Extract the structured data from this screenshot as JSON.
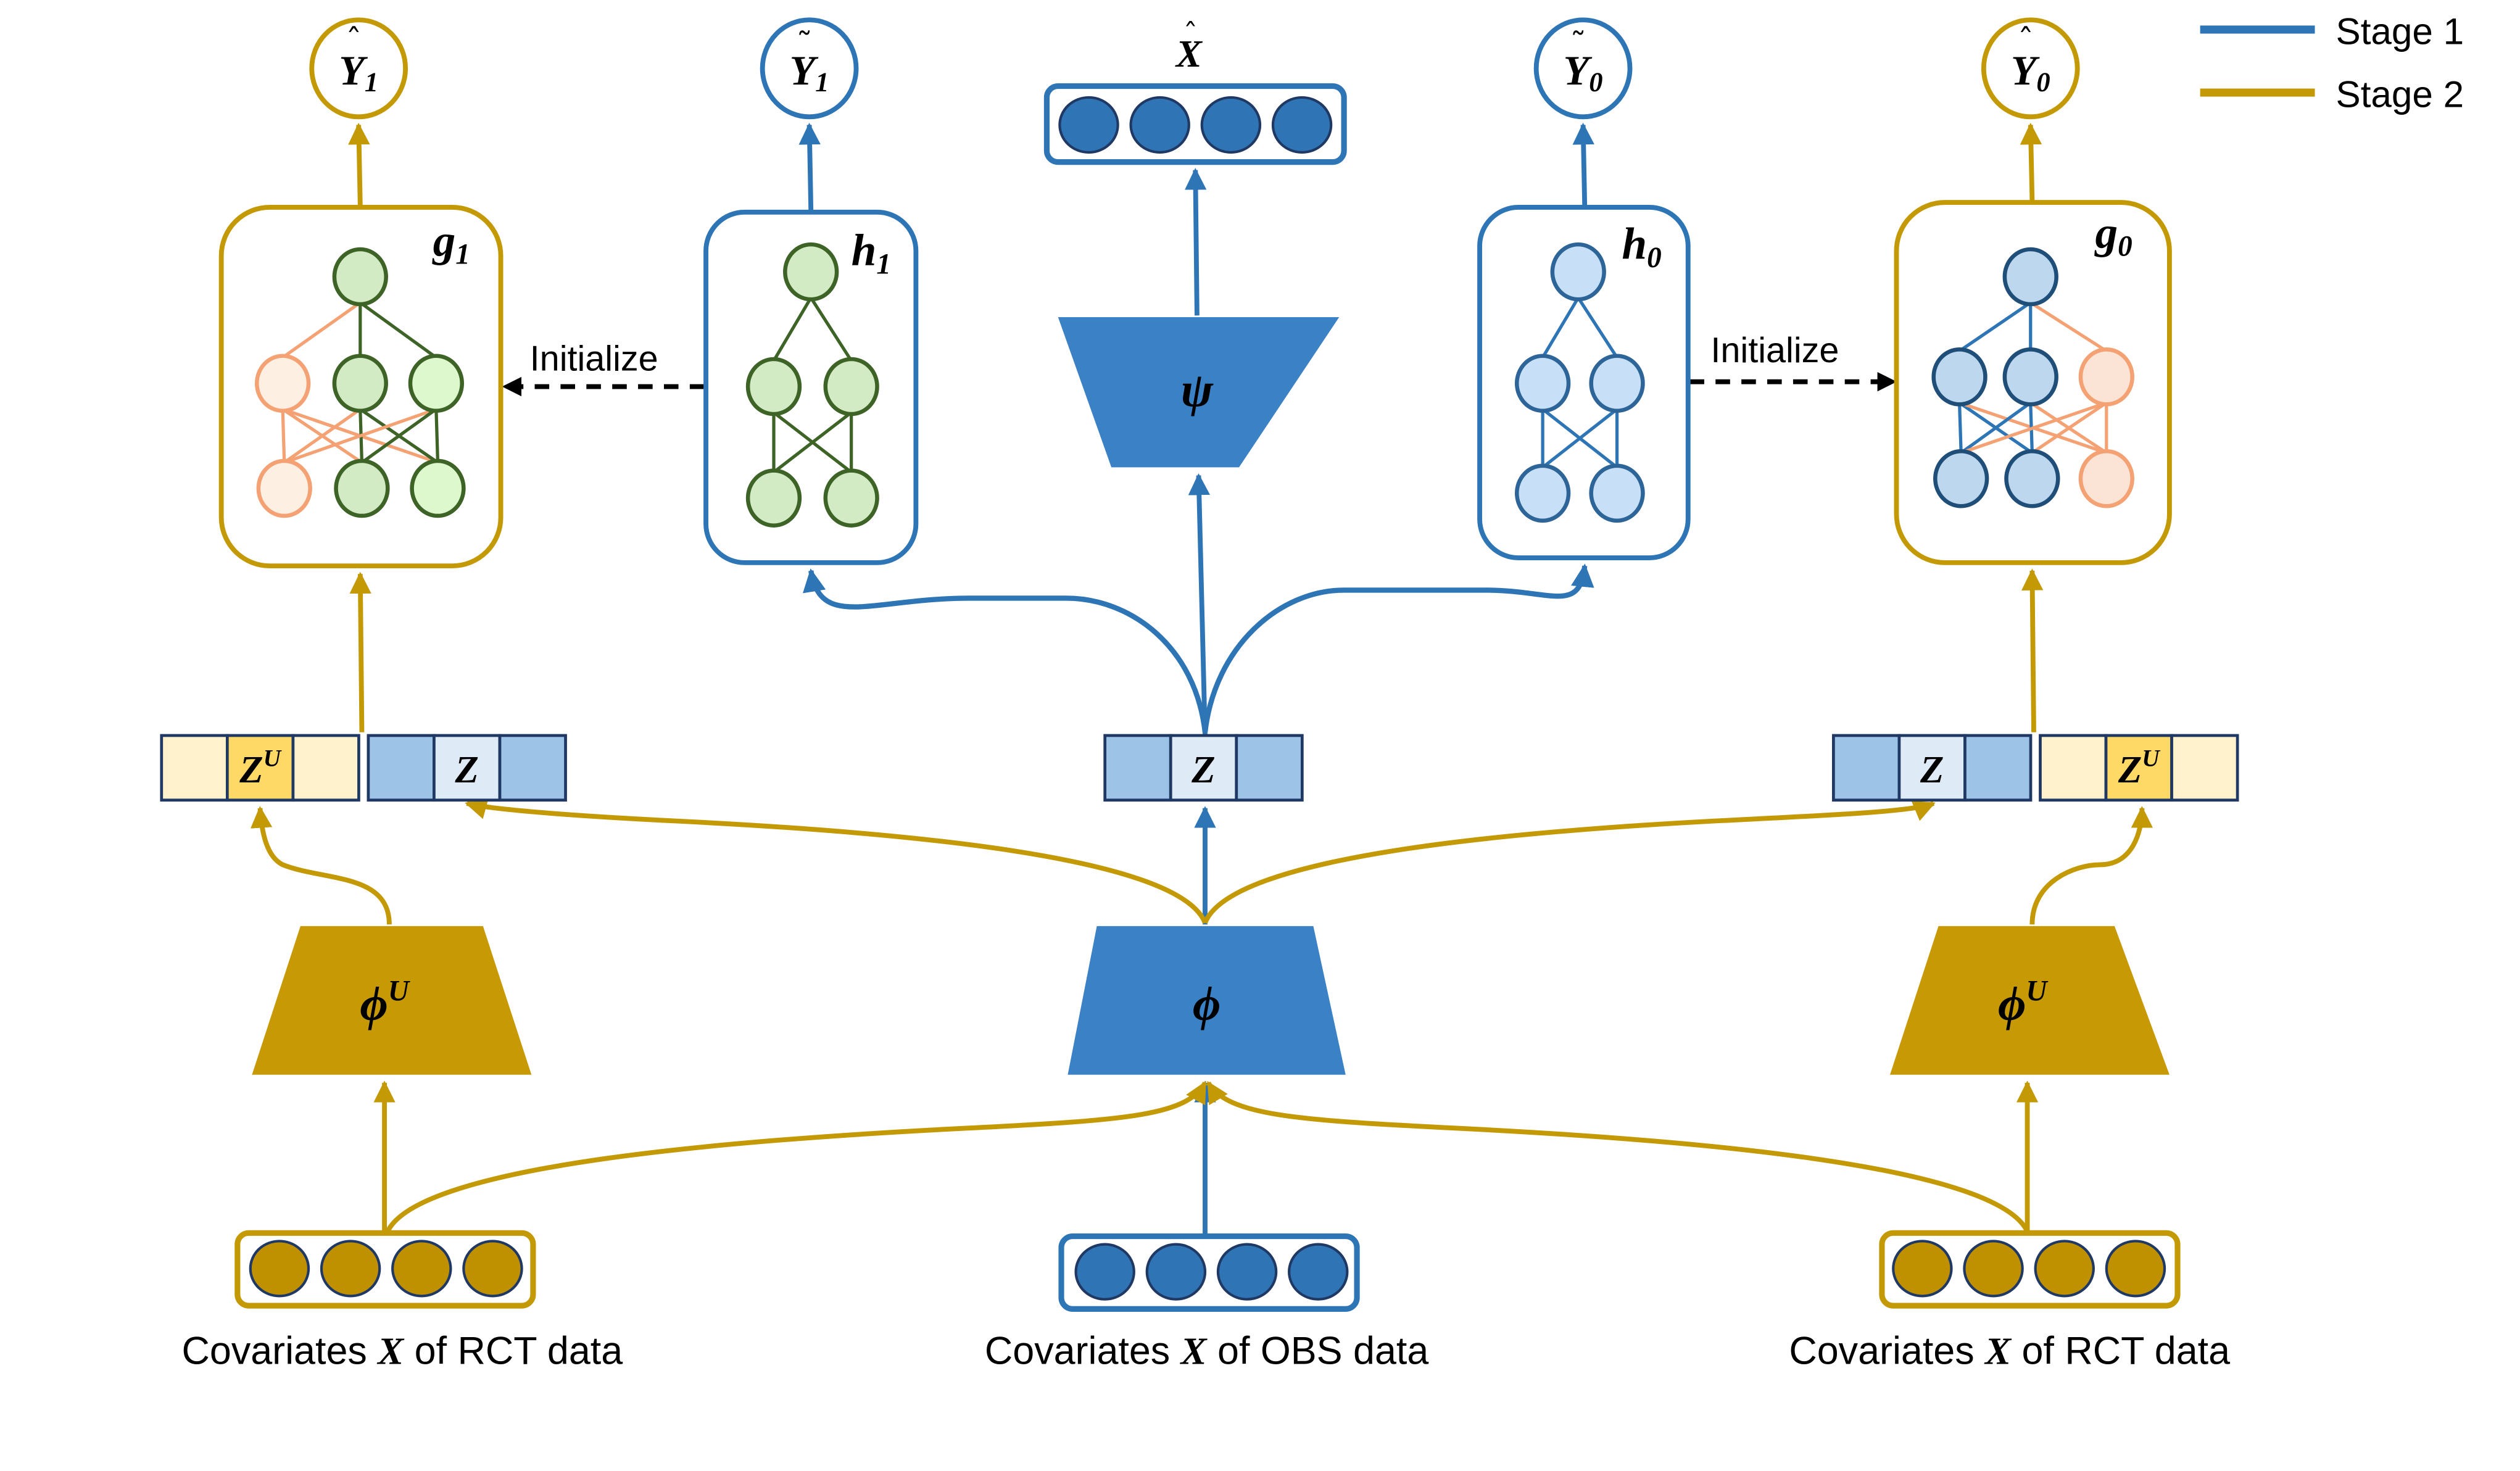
{
  "colors": {
    "stage1": "#2E75B6",
    "stage2": "#C39A05",
    "trapezoid_blue": "#3A81C5",
    "trapezoid_gold": "#C69905",
    "input_blue_fill": "#2F74B4",
    "input_gold_fill": "#BF9000",
    "input_node_stroke": "#1F3864",
    "zu_light": "#FFF2CC",
    "zu_dark": "#FFD966",
    "z_blue": "#9DC3E6",
    "z_light": "#DEEBF7",
    "cell_stroke": "#1F3864",
    "green_fill": "#D3EBC4",
    "green_fill_light": "#DDF8CC",
    "green_stroke": "#3E6327",
    "orange_fill": "#FDF0E2",
    "orange_stroke": "#F4A274",
    "orange_fill_g0": "#FBE3D6",
    "blue_node_fill": "#C7E0F8",
    "blue_node_stroke": "#2E6598",
    "blue_node_fill_g0": "#BDD7EE",
    "blue_node_stroke_g0": "#1F4E79",
    "blue_edge": "#2E75B6",
    "dashed": "#000000"
  },
  "legend": {
    "items": [
      {
        "label": "Stage 1",
        "color_key": "stage1"
      },
      {
        "label": "Stage 2",
        "color_key": "stage2"
      }
    ]
  },
  "outputs": {
    "y1_hat": {
      "base": "Y",
      "accent": "hat",
      "sub": "1",
      "stage": "stage2"
    },
    "y1_tilde": {
      "base": "Y",
      "accent": "tilde",
      "sub": "1",
      "stage": "stage1"
    },
    "x_hat": {
      "base": "X",
      "accent": "hat",
      "sub": ""
    },
    "y0_tilde": {
      "base": "Y",
      "accent": "tilde",
      "sub": "0",
      "stage": "stage1"
    },
    "y0_hat": {
      "base": "Y",
      "accent": "hat",
      "sub": "0",
      "stage": "stage2"
    }
  },
  "networks": {
    "g1": {
      "base": "g",
      "sub": "1"
    },
    "h1": {
      "base": "h",
      "sub": "1"
    },
    "h0": {
      "base": "h",
      "sub": "0"
    },
    "g0": {
      "base": "g",
      "sub": "0"
    }
  },
  "decoder": {
    "symbol": "ψ"
  },
  "encoders": {
    "phi": {
      "symbol": "ϕ",
      "sup": ""
    },
    "phi_u_left": {
      "symbol": "ϕ",
      "sup": "U"
    },
    "phi_u_right": {
      "symbol": "ϕ",
      "sup": "U"
    }
  },
  "representations": {
    "z": {
      "base": "Z",
      "sup": ""
    },
    "zu": {
      "base": "Z",
      "sup": "U"
    }
  },
  "initialize_label": "Initialize",
  "inputs": {
    "left": {
      "prefix": "Covariates ",
      "var": "X",
      "suffix": " of RCT data",
      "node_count": 4
    },
    "center": {
      "prefix": "Covariates ",
      "var": "X",
      "suffix": " of OBS data",
      "node_count": 4
    },
    "right": {
      "prefix": "Covariates ",
      "var": "X",
      "suffix": " of RCT data",
      "node_count": 4
    }
  }
}
